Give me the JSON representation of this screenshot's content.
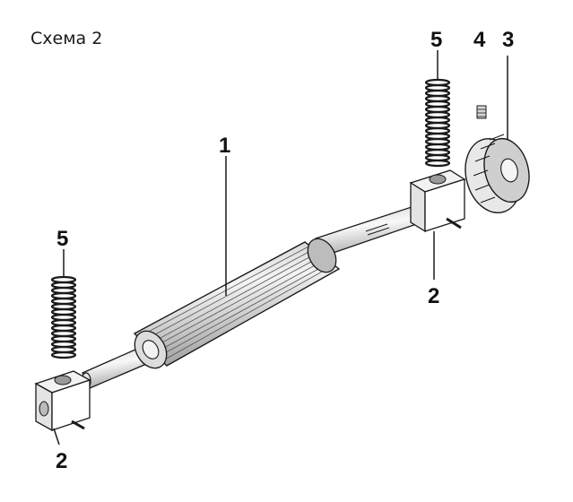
{
  "caption": "Схема 2",
  "labels": {
    "roller": "1",
    "block_lower": "2",
    "block_upper": "2",
    "gear": "3",
    "screw": "4",
    "spring_lower": "5",
    "spring_upper": "5"
  },
  "colors": {
    "line": "#1a1a1a",
    "fill": "#ffffff",
    "shade": "#d9d9d9",
    "dark": "#8c8c8c"
  }
}
